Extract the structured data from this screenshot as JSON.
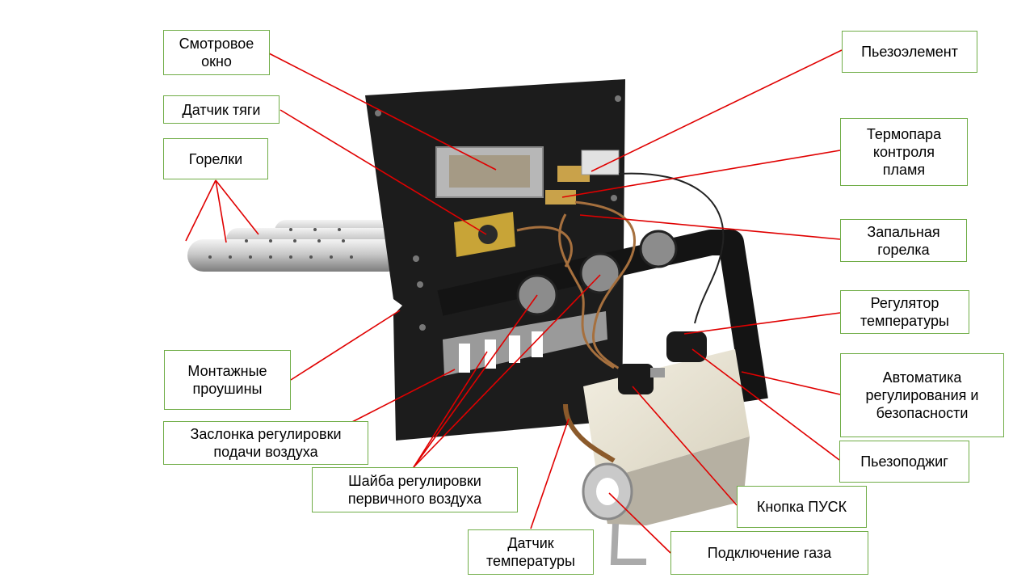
{
  "colors": {
    "background": "#ffffff",
    "label_border": "#70ad47",
    "leader_line": "#e00000",
    "panel": "#1c1c1c",
    "pipe": "#d0d0d0",
    "valve_body": "#e9e4d3"
  },
  "labels": {
    "viewing_window": "Смотровое\nокно",
    "draft_sensor": "Датчик тяги",
    "burners": "Горелки",
    "mounting_lugs": "Монтажные\nпроушины",
    "air_damper": "Заслонка регулировки\nподачи воздуха",
    "primary_air_washer": "Шайба регулировки\nпервичного воздуха",
    "temperature_sensor": "Датчик\nтемпературы",
    "piezo_element": "Пьезоэлемент",
    "flame_thermocouple": "Термопара\nконтроля\nпламя",
    "pilot_burner": "Запальная\nгорелка",
    "temperature_regulator": "Регулятор\nтемпературы",
    "safety_automation": "Автоматика\nрегулирования и\nбезопасности",
    "piezo_ignition": "Пьезоподжиг",
    "start_button": "Кнопка ПУСК",
    "gas_connection": "Подключение газа"
  }
}
